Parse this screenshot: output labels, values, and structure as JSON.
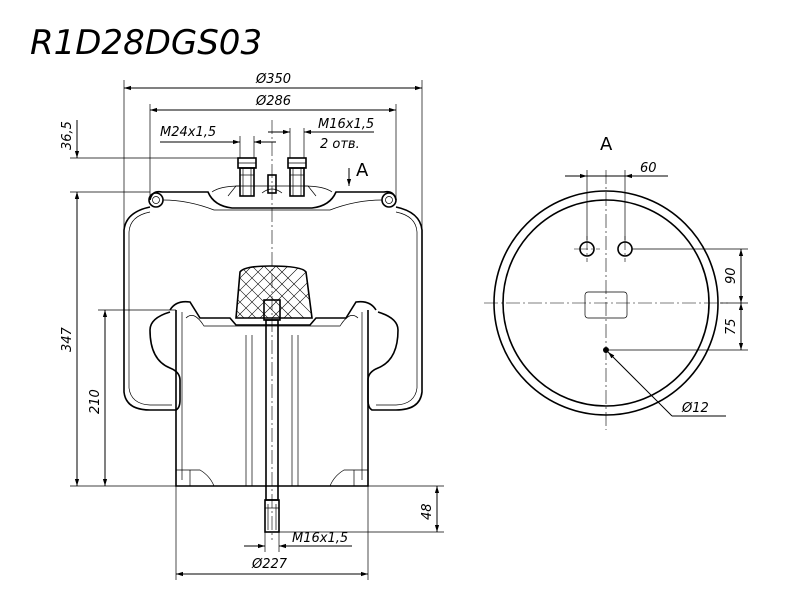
{
  "title": "R1D28DGS03",
  "view_label": "A",
  "section_marker": "A",
  "dimensions": {
    "d_outer": "Ø350",
    "d_bead": "Ø286",
    "thread_top_left": "M24x1,5",
    "thread_top_right": "M16x1,5",
    "thread_count": "2 отв.",
    "h_top": "36,5",
    "h_total": "347",
    "h_piston": "210",
    "h_stud": "48",
    "thread_bottom": "M16x1,5",
    "d_piston": "Ø227",
    "hole_spacing": "60",
    "offset_90": "90",
    "offset_75": "75",
    "hole_small": "Ø12"
  }
}
